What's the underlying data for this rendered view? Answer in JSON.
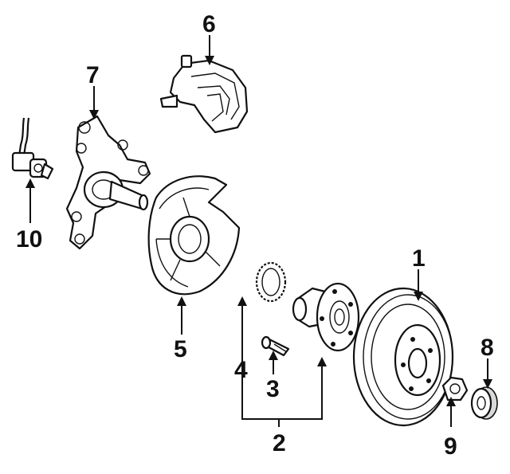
{
  "diagram": {
    "callouts": [
      {
        "id": "1",
        "label": "1"
      },
      {
        "id": "2",
        "label": "2"
      },
      {
        "id": "3",
        "label": "3"
      },
      {
        "id": "4",
        "label": "4"
      },
      {
        "id": "5",
        "label": "5"
      },
      {
        "id": "6",
        "label": "6"
      },
      {
        "id": "7",
        "label": "7"
      },
      {
        "id": "8",
        "label": "8"
      },
      {
        "id": "9",
        "label": "9"
      },
      {
        "id": "10",
        "label": "10"
      }
    ],
    "parts": [
      {
        "callout": "1",
        "icon": "brake-rotor-icon"
      },
      {
        "callout": "2",
        "icon": "hub-assembly-icon"
      },
      {
        "callout": "3",
        "icon": "wheel-stud-icon"
      },
      {
        "callout": "4",
        "icon": "abs-tone-ring-icon"
      },
      {
        "callout": "5",
        "icon": "splash-shield-icon"
      },
      {
        "callout": "6",
        "icon": "brake-caliper-icon"
      },
      {
        "callout": "7",
        "icon": "steering-knuckle-icon"
      },
      {
        "callout": "8",
        "icon": "dust-cap-icon"
      },
      {
        "callout": "9",
        "icon": "hub-nut-icon"
      },
      {
        "callout": "10",
        "icon": "abs-speed-sensor-icon"
      }
    ],
    "colors": {
      "ink": "#111111",
      "background": "#ffffff"
    }
  }
}
